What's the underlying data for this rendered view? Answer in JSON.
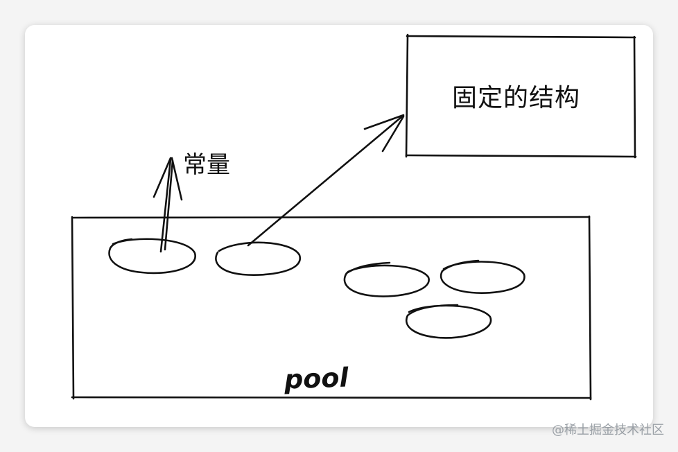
{
  "diagram": {
    "fixed_structure_label": "固定的结构",
    "constant_label": "常量",
    "pool_label": "pool"
  },
  "watermark": {
    "text": "@稀土掘金技术社区"
  },
  "colors": {
    "stroke": "#111111",
    "card": "#ffffff",
    "background": "#f4f4f4",
    "watermark": "#9aa0a6"
  }
}
